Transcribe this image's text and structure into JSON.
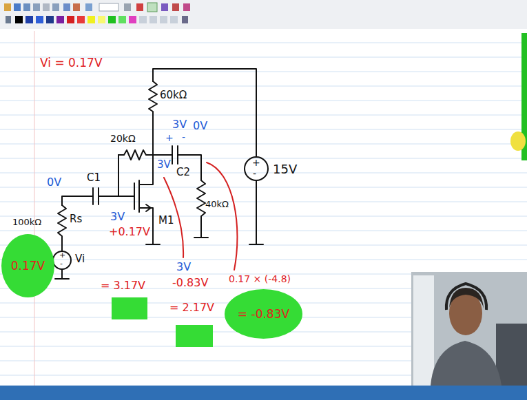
{
  "diagram": {
    "nodes": [
      {
        "text": [
          "0.17V"
        ]
      },
      {
        "text": [
          "= -0.83V"
        ]
      }
    ],
    "labels": [
      "Vi = 0.17V",
      "60kΩ",
      "20kΩ",
      "+",
      "3V",
      "-",
      "0V",
      "3V",
      "C2",
      "C1",
      "0V",
      "15V",
      "40kΩ",
      "M1",
      "3V",
      "+0.17V",
      "100kΩ",
      "Rs",
      "Vi",
      "= 3.17V",
      "3V",
      "-0.83V",
      "= 2.17V",
      "0.17 × (-4.8)",
      "+",
      "-",
      "+",
      "-"
    ]
  }
}
